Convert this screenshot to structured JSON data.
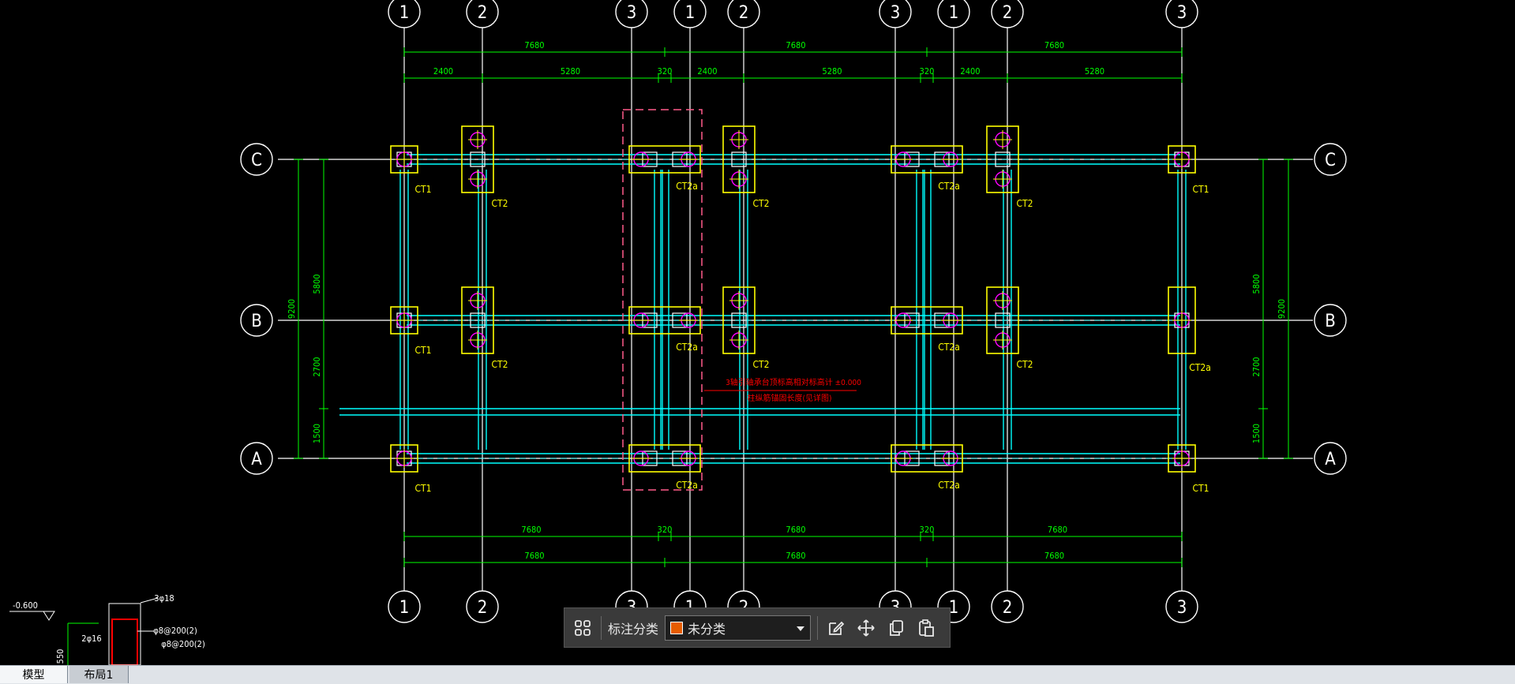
{
  "drawing": {
    "grid_letters": [
      "C",
      "B",
      "A"
    ],
    "grid_numbers": [
      "1",
      "2",
      "3",
      "1",
      "2",
      "3",
      "1",
      "2",
      "3"
    ],
    "dims_top_overall": [
      "7680",
      "7680",
      "7680"
    ],
    "dims_top_sub": [
      "2400",
      "5280",
      "320",
      "2400",
      "5280",
      "320",
      "2400",
      "5280"
    ],
    "dims_bottom_a": [
      "7680",
      "320",
      "7680",
      "320",
      "7680"
    ],
    "dims_bottom_b": [
      "7680",
      "7680",
      "7680"
    ],
    "dims_left": [
      "9200",
      "5800",
      "2700",
      "1500"
    ],
    "dims_right": [
      "9200",
      "5800",
      "2700",
      "1500"
    ],
    "cap_labels": [
      "CT1",
      "CT2",
      "CT2a"
    ],
    "note_line1": "3轴引轴承台顶标高相对标高计 ±0.000",
    "note_line2": "柱纵筋锚固长度(见详图)",
    "detail": {
      "elev": "-0.600",
      "top_bar": "3φ18",
      "side_bar": "2φ16",
      "stirrup1": "φ8@200(2)",
      "stirrup2": "φ8@200(2)",
      "height": "550"
    },
    "colors": {
      "axis": "#ffffff",
      "dimension": "#00ff00",
      "beam": "#00ffff",
      "footing": "#ffff00",
      "pile": "#ff00ff",
      "note": "#ff0000",
      "cloud": "#ff5a8a"
    }
  },
  "toolbar": {
    "label": "标注分类",
    "category_value": "未分类",
    "category_color": "#e65c00",
    "icons": [
      "grid-icon",
      "edit-icon",
      "move-icon",
      "copy-icon",
      "paste-icon"
    ]
  },
  "tabs": [
    "模型",
    "布局1"
  ]
}
